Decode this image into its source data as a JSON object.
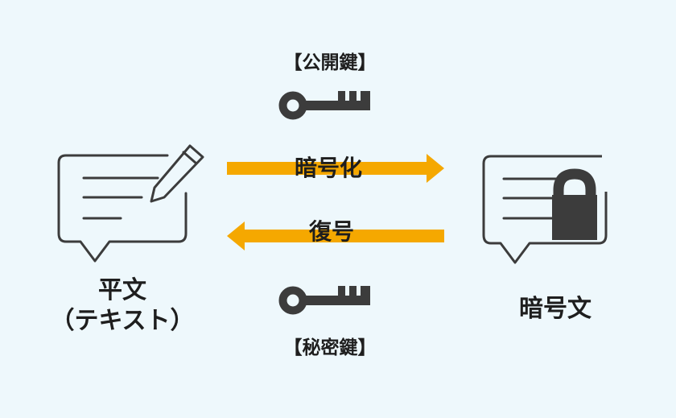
{
  "public_key": {
    "label": "【公開鍵】",
    "icon": "key-icon"
  },
  "private_key": {
    "label": "【秘密鍵】",
    "icon": "key-icon"
  },
  "encrypt_arrow": {
    "label": "暗号化"
  },
  "decrypt_arrow": {
    "label": "復号"
  },
  "plaintext": {
    "label_line1": "平文",
    "label_line2": "（テキスト）",
    "icon": "pencil-document-icon"
  },
  "ciphertext": {
    "label": "暗号文",
    "icon": "lock-document-icon"
  },
  "colors": {
    "arrow": "#f5a800",
    "icon": "#3c3c3c",
    "background": "#eef8fc"
  }
}
